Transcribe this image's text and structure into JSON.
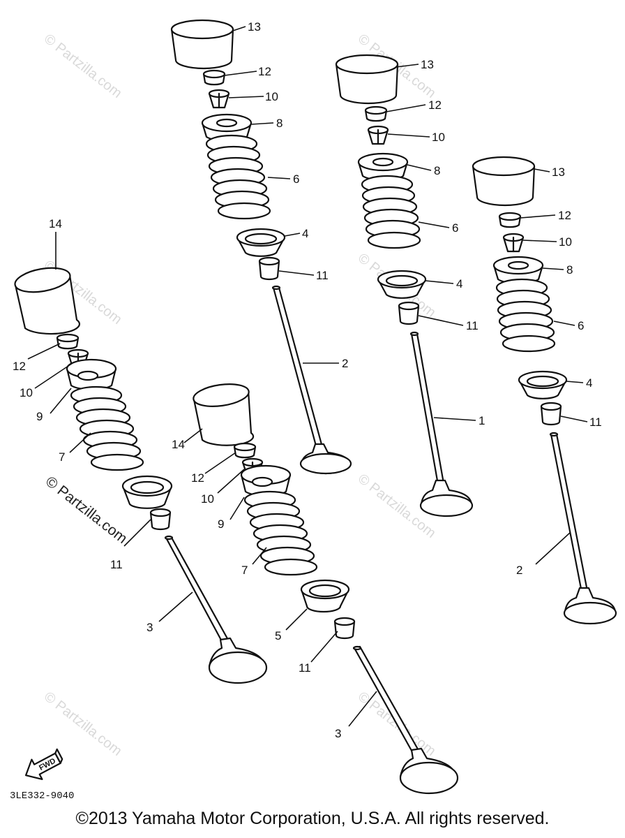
{
  "diagram": {
    "diagram_code": "3LE332-9040",
    "fwd_label": "FWD",
    "watermark_text": "© Partzilla.com",
    "copyright": "©2013 Yamaha Motor Corporation, U.S.A. All rights reserved.",
    "callouts": {
      "c1": "13",
      "c2": "12",
      "c3": "10",
      "c4": "8",
      "c5": "6",
      "c6": "4",
      "c7": "11",
      "c8": "2",
      "c9": "13",
      "c10": "12",
      "c11": "10",
      "c12": "8",
      "c13": "6",
      "c14": "4",
      "c15": "11",
      "c16": "1",
      "c17": "13",
      "c18": "12",
      "c19": "10",
      "c20": "8",
      "c21": "6",
      "c22": "4",
      "c23": "11",
      "c24": "2",
      "c25": "14",
      "c26": "12",
      "c27": "10",
      "c28": "9",
      "c29": "7",
      "c30": "11",
      "c31": "3",
      "c32": "14",
      "c33": "12",
      "c34": "10",
      "c35": "9",
      "c36": "7",
      "c37": "5",
      "c38": "11",
      "c39": "3"
    }
  }
}
